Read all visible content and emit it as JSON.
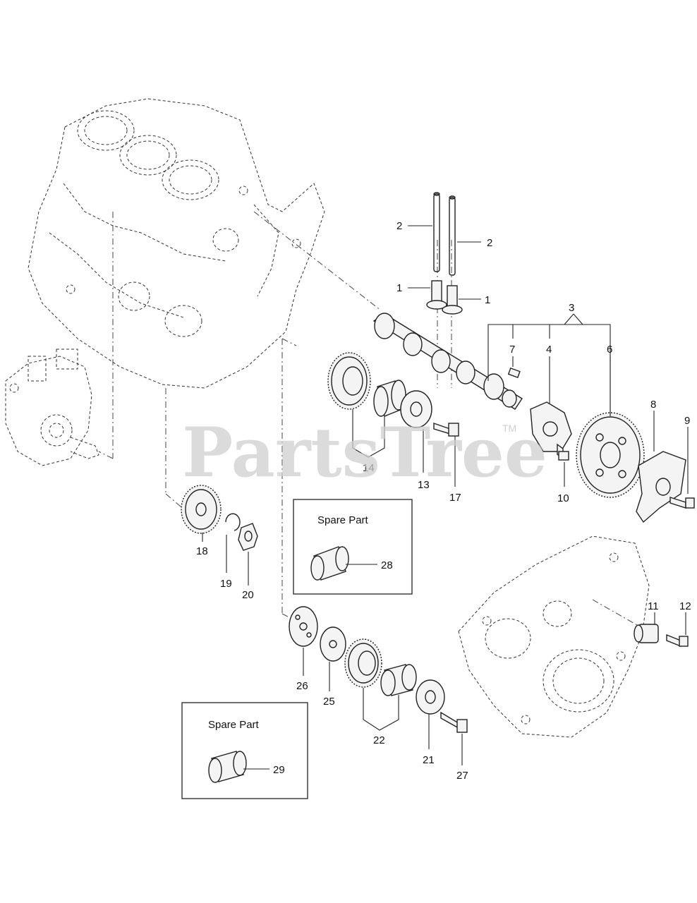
{
  "watermark": {
    "text": "PartsTree",
    "mark": "TM"
  },
  "spare_boxes": [
    {
      "title": "Spare  Part",
      "callout": "28"
    },
    {
      "title": "Spare  Part",
      "callout": "29"
    }
  ],
  "callouts": {
    "c1a": "1",
    "c1b": "1",
    "c2a": "2",
    "c2b": "2",
    "c3": "3",
    "c4": "4",
    "c6": "6",
    "c7": "7",
    "c8": "8",
    "c9": "9",
    "c10": "10",
    "c11": "11",
    "c12": "12",
    "c13": "13",
    "c14": "14",
    "c17": "17",
    "c18": "18",
    "c19": "19",
    "c20": "20",
    "c21": "21",
    "c22": "22",
    "c25": "25",
    "c26": "26",
    "c27": "27"
  },
  "colors": {
    "line": "#222222",
    "watermark": "#cfcfcf",
    "background": "#ffffff"
  }
}
